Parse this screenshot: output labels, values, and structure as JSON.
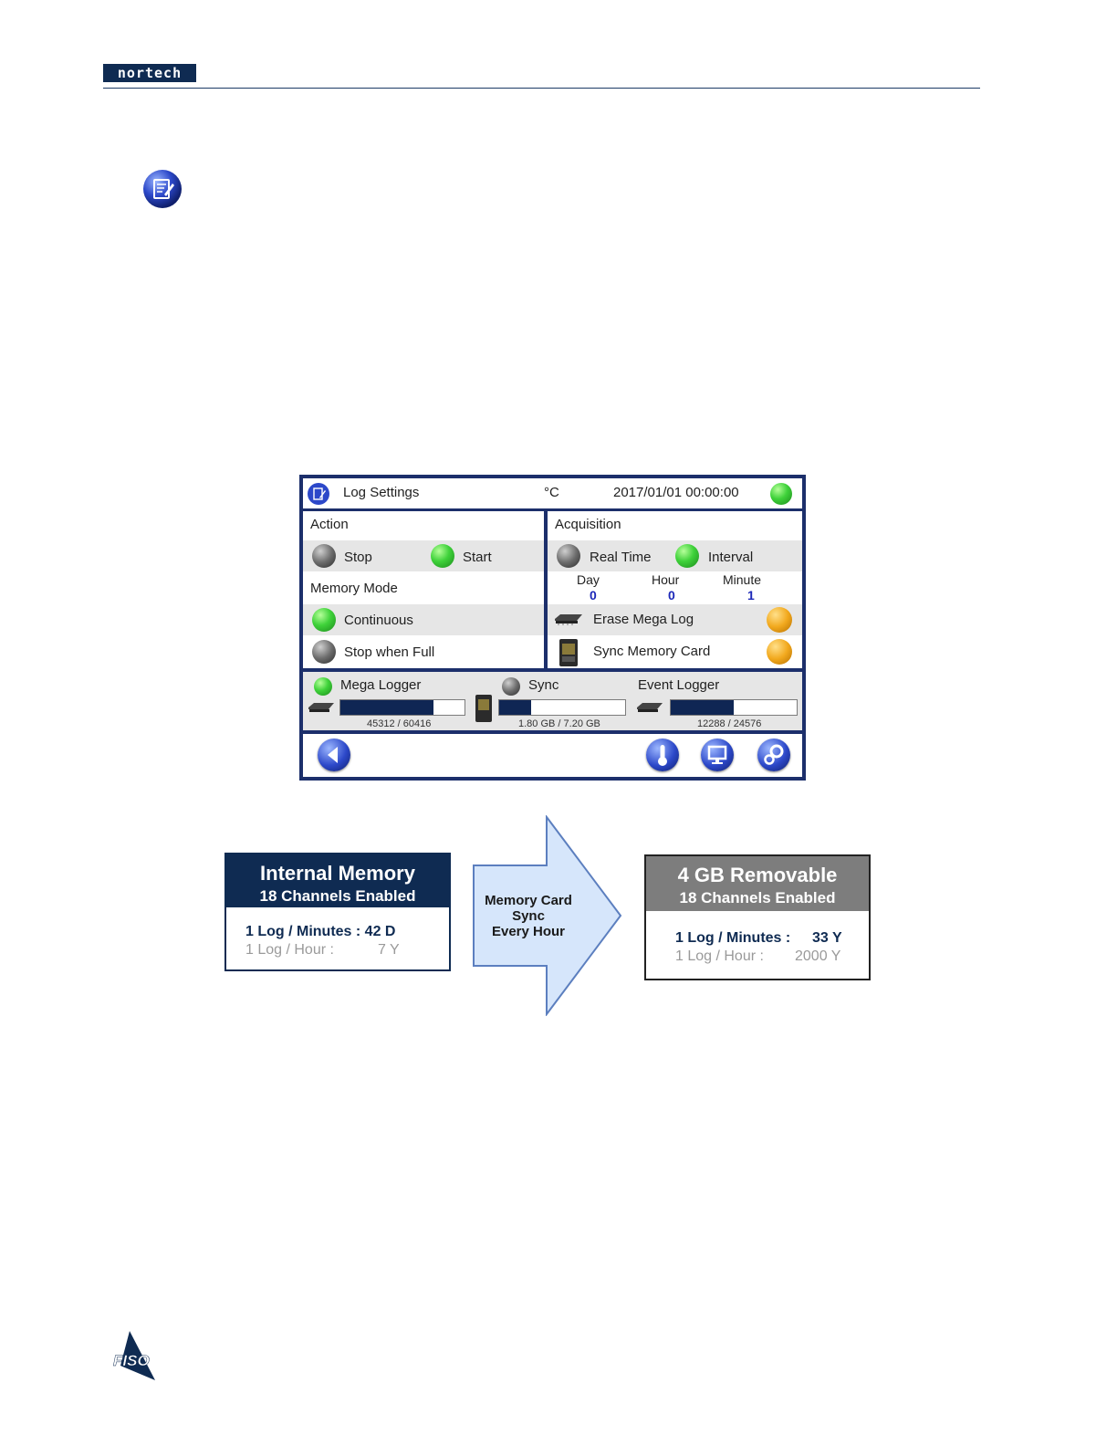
{
  "header": {
    "logo_text": "nortech"
  },
  "log_screen": {
    "title": "Log Settings",
    "unit": "°C",
    "datetime": "2017/01/01 00:00:00",
    "action": {
      "label": "Action",
      "stop": "Stop",
      "start": "Start"
    },
    "memory_mode": {
      "label": "Memory Mode",
      "continuous": "Continuous",
      "stop_when_full": "Stop when Full"
    },
    "acquisition": {
      "label": "Acquisition",
      "real_time": "Real Time",
      "interval": "Interval",
      "day_label": "Day",
      "hour_label": "Hour",
      "minute_label": "Minute",
      "day_value": "0",
      "hour_value": "0",
      "minute_value": "1",
      "erase": "Erase Mega Log",
      "sync_card": "Sync Memory Card"
    },
    "status": {
      "mega_logger": "Mega Logger",
      "mega_count": "45312 / 60416",
      "mega_fill": 0.75,
      "sync": "Sync",
      "sync_size": "1.80 GB / 7.20 GB",
      "sync_fill": 0.25,
      "event_logger": "Event Logger",
      "event_count": "12288 / 24576",
      "event_fill": 0.5
    },
    "colors": {
      "frame": "#1c2f6b",
      "bar_fill": "#0f2654",
      "led_on": "#3fd23a",
      "led_action": "#f2a91e"
    }
  },
  "diagram": {
    "internal": {
      "title": "Internal Memory",
      "subtitle": "18 Channels  Enabled",
      "line1": "1 Log / Minutes : 42  D",
      "line2_label": "1 Log / Hour :",
      "line2_value": "7  Y"
    },
    "arrow": {
      "line1": "Memory Card",
      "line2": "Sync",
      "line3": "Every Hour"
    },
    "removable": {
      "title": "4 GB Removable",
      "subtitle": "18 Channels  Enabled",
      "line1_label": "1 Log / Minutes :",
      "line1_value": "33  Y",
      "line2_label": "1 Log / Hour :",
      "line2_value": "2000  Y"
    }
  },
  "footer": {
    "logo_text": "FISO"
  }
}
